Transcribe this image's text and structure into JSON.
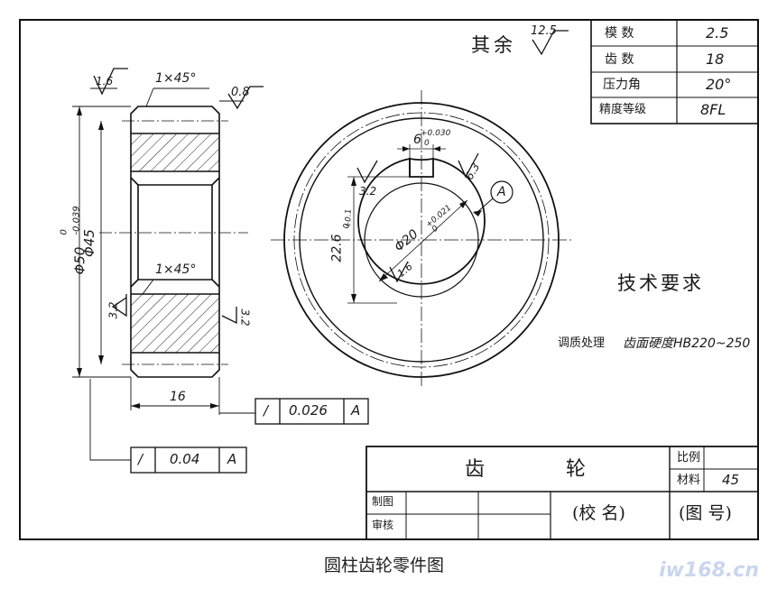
{
  "drawing": {
    "roughness_note": {
      "prefix": "其余",
      "value": "12.5"
    },
    "params": [
      {
        "label": "模  数",
        "value": "2.5"
      },
      {
        "label": "齿  数",
        "value": "18"
      },
      {
        "label": "压力角",
        "value": "20°"
      },
      {
        "label": "精度等级",
        "value": "8FL"
      }
    ],
    "section": {
      "chamfer_top": "1×45°",
      "chamfer_bottom": "1×45°",
      "roughness_left_top": "1.6",
      "roughness_right_top": "0.8",
      "roughness_left_bottom": "3.2",
      "roughness_right_bottom": "3.2",
      "dia_outer": "Φ50",
      "dia_outer_tol_upper": "0",
      "dia_outer_tol_lower": "-0.039",
      "dia_inner": "Φ45",
      "width": "16",
      "runout1_symbol": "/",
      "runout1_value": "0.026",
      "runout1_datum": "A",
      "runout2_symbol": "/",
      "runout2_value": "0.04",
      "runout2_datum": "A"
    },
    "front_view": {
      "keyway_width": "6",
      "keyway_tol_upper": "+0.030",
      "keyway_tol_lower": "0",
      "keyway_roughness": "6.3",
      "keyway_side_roughness": "3.2",
      "bore_dia": "Φ20",
      "bore_tol_upper": "+0.021",
      "bore_tol_lower": "0",
      "bore_roughness": "1.6",
      "key_depth": "22.6",
      "key_depth_tol_upper": "+0.1",
      "key_depth_tol_lower": "0",
      "datum_label": "A"
    },
    "tech_req": {
      "title": "技术要求",
      "line1": "调质处理",
      "line2": "齿面硬度HB220~250"
    },
    "title_block": {
      "part_name_1": "齿",
      "part_name_2": "轮",
      "scale_label": "比例",
      "scale_value": "",
      "material_label": "材料",
      "material_value": "45",
      "drawn_label": "制图",
      "checked_label": "审核",
      "school": "(校  名)",
      "drawing_no": "(图 号)"
    }
  },
  "caption": "圆柱齿轮零件图",
  "watermark": "iw168.cn"
}
